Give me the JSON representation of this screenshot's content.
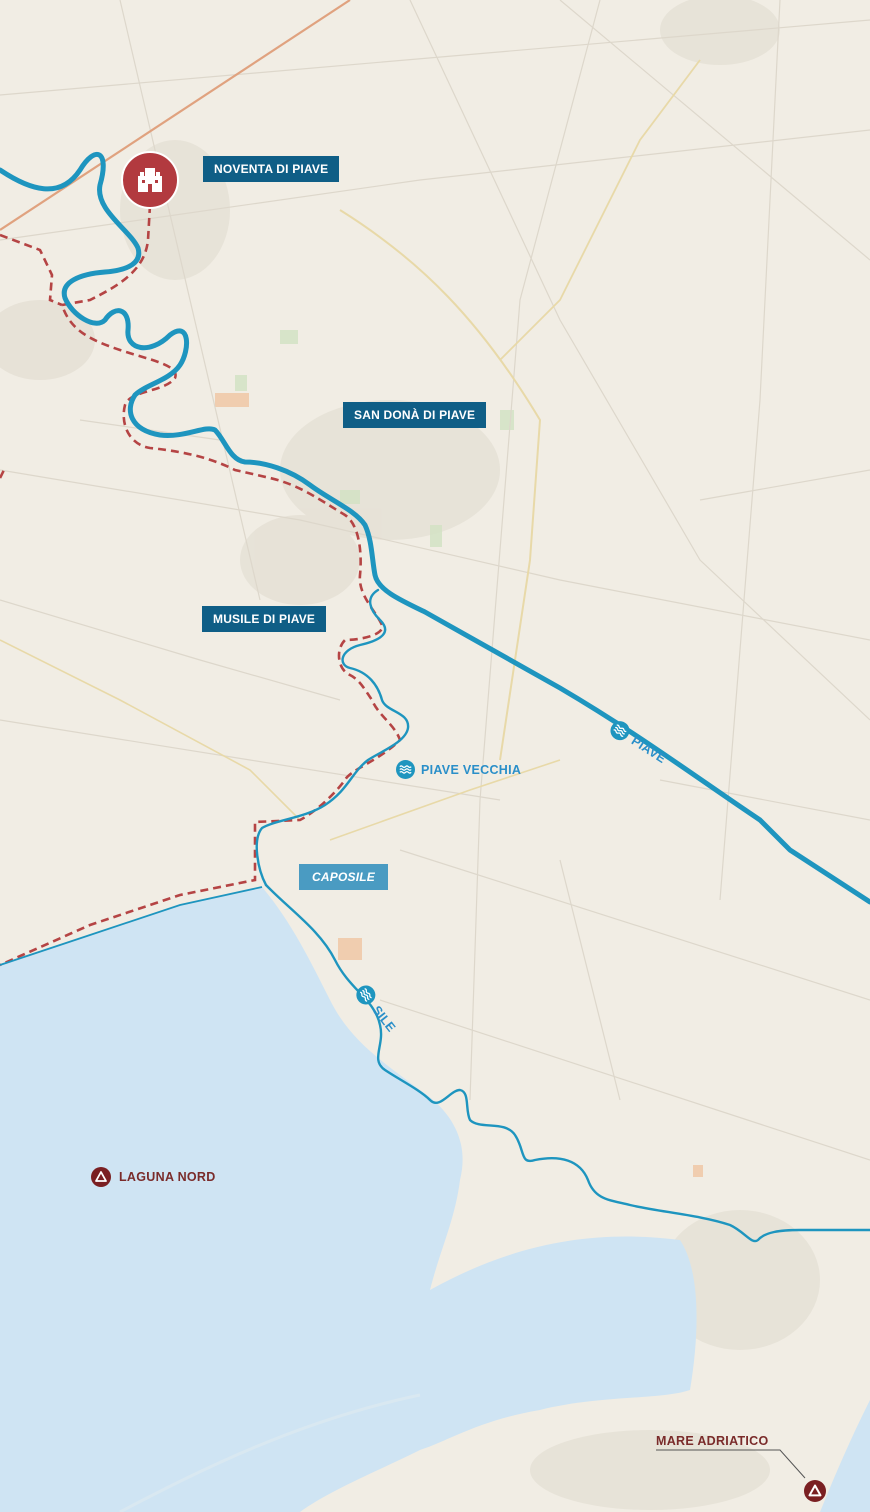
{
  "map": {
    "colors": {
      "land": "#f1ede4",
      "water": "#cfe4f3",
      "river": "#1e95bf",
      "border": "#b54444",
      "town_label_bg": "#0f5e86",
      "hamlet_label_bg": "#4a9bc2",
      "place_label": "#7a2b2a",
      "marker": "#b23a3f"
    },
    "towns": {
      "noventa": "NOVENTA DI PIAVE",
      "san_dona": "SAN DONÀ DI PIAVE",
      "musile": "MUSILE DI PIAVE",
      "caposile": "CAPOSILE"
    },
    "rivers": {
      "piave": "PIAVE",
      "piave_vecchia": "PIAVE VECCHIA",
      "sile": "SILE"
    },
    "places": {
      "laguna_nord": "LAGUNA NORD",
      "mare_adriatico": "MARE ADRIATICO"
    },
    "icons": {
      "location_marker": "building-pin-icon",
      "river_marker": "waves-icon",
      "place_marker": "triangle-icon"
    }
  }
}
